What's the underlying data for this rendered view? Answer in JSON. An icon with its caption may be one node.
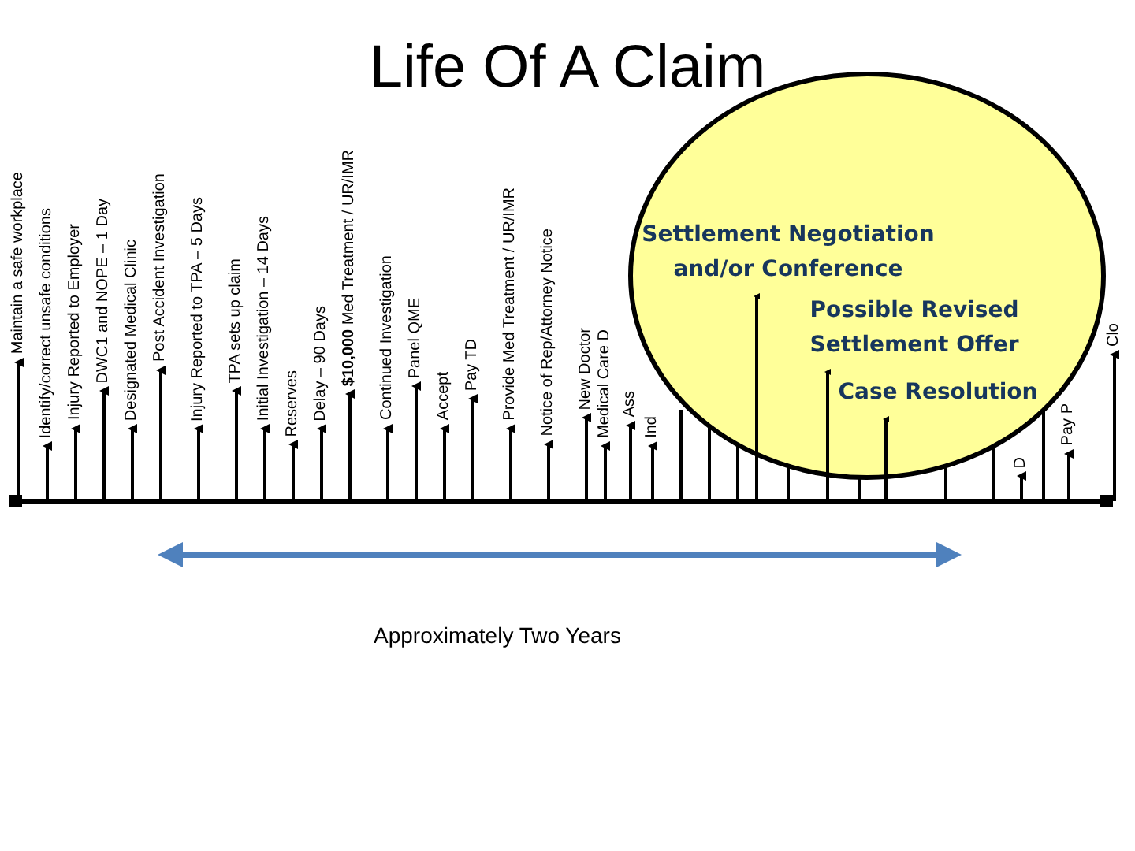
{
  "diagram": {
    "title": "Life Of A Claim",
    "nodes": [
      {
        "text": [
          "Settlement Negotiation and/or Conference",
          "Possible Revised Settlement Offer",
          "Case Resolution"
        ]
      }
    ],
    "labels": [
      "Maintain a safe workplace",
      "Identify/correct unsafe conditions",
      "Injury Reported  to Employer",
      "DWC1 and NOPE – 1 Day",
      "Designated Medical Clinic",
      "Post Accident Investigation",
      "Injury Reported  to TPA – 5  Days",
      "TPA sets up claim",
      "Initial Investigation – 14 Days",
      "Reserves",
      "Delay – 90 Days",
      "**$10,000** Med Treatment / UR/IMR",
      "Continued Investigation",
      "Panel QME",
      "Accept",
      "Pay TD",
      "Provide Med Treatment / UR/IMR",
      "Notice of Rep/Attorney Notice",
      "New Doctor",
      "Medical Care D",
      "Ass",
      "Ind",
      "D",
      "Pay P",
      "Clo",
      "Approximately Two Years"
    ]
  }
}
